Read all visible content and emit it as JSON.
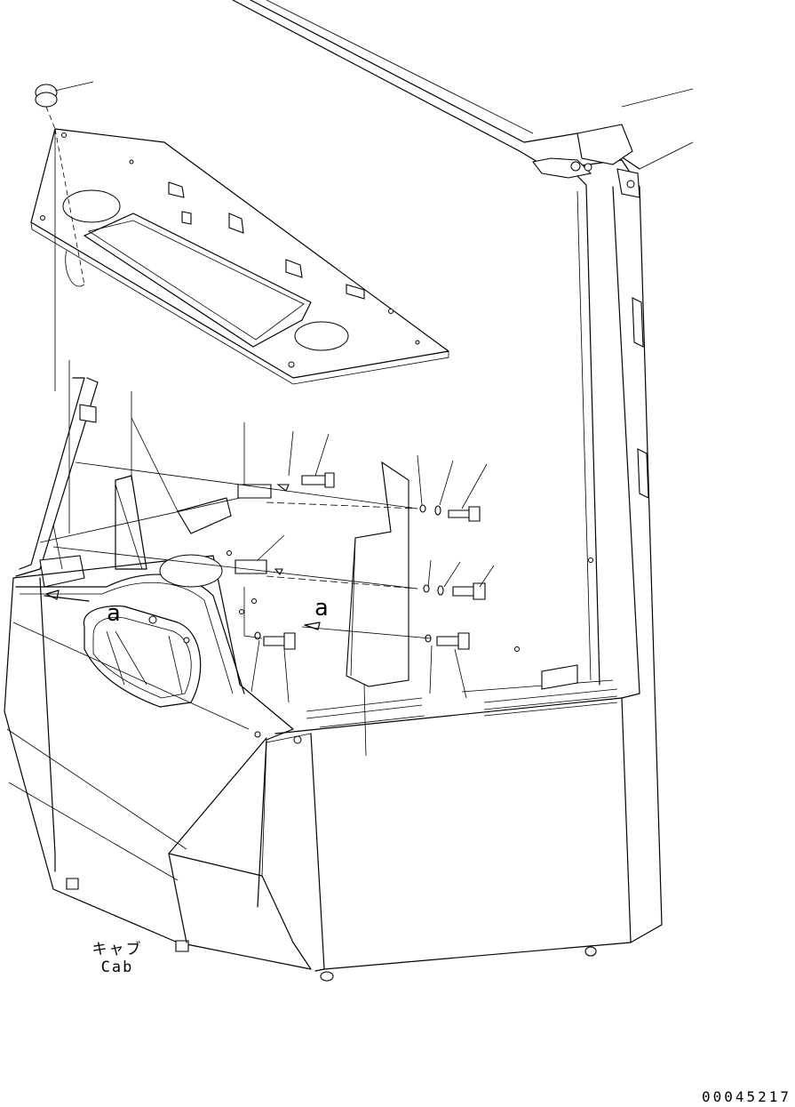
{
  "drawing": {
    "callouts": [
      "a",
      "a"
    ],
    "cab_label_jp": "キャブ",
    "cab_label_en": "Cab",
    "document_number": "00045217"
  }
}
